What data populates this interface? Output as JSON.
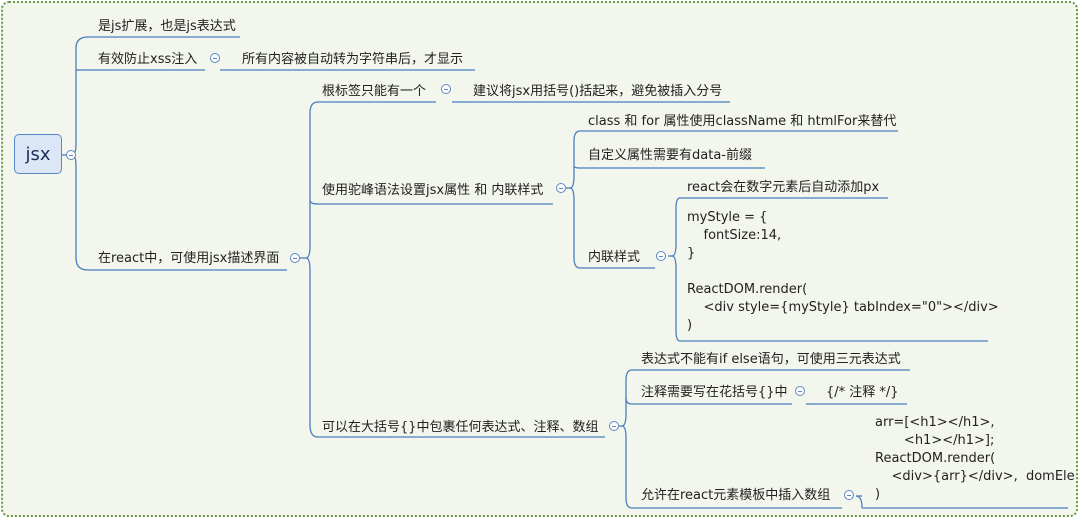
{
  "root": "jsx",
  "nodes": {
    "n1": "是js扩展，也是js表达式",
    "n2": "有效防止xss注入",
    "n2a": "所有内容被自动转为字符串后，才显示",
    "n3": "在react中，可使用jsx描述界面",
    "n31": "根标签只能有一个",
    "n31a": "建议将jsx用括号()括起来，避免被插入分号",
    "n32": "使用驼峰语法设置jsx属性 和 内联样式",
    "n32a": "class 和 for 属性使用className 和 htmlFor来替代",
    "n32b": "自定义属性需要有data-前缀",
    "n32c": "内联样式",
    "n32c1": "react会在数字元素后自动添加px",
    "n33": "可以在大括号{}中包裹任何表达式、注释、数组",
    "n33a": "表达式不能有if else语句，可使用三元表达式",
    "n33b": "注释需要写在花括号{}中",
    "n33b1": "{/*  注释 */}",
    "n33c": "允许在react元素模板中插入数组"
  },
  "code": {
    "inline_style": [
      "myStyle = {",
      "    fontSize:14,",
      "}",
      "",
      "ReactDOM.render(",
      "    <div style={myStyle} tabIndex=\"0\"></div>",
      ")"
    ],
    "array": [
      "arr=[<h1></h1>,",
      "       <h1></h1>];",
      "ReactDOM.render(",
      "    <div>{arr}</div>,  domEle",
      ")"
    ]
  },
  "colors": {
    "line": "#4a7fc0",
    "root_fill": "#dbe7f7",
    "border": "#6a9a4a"
  }
}
